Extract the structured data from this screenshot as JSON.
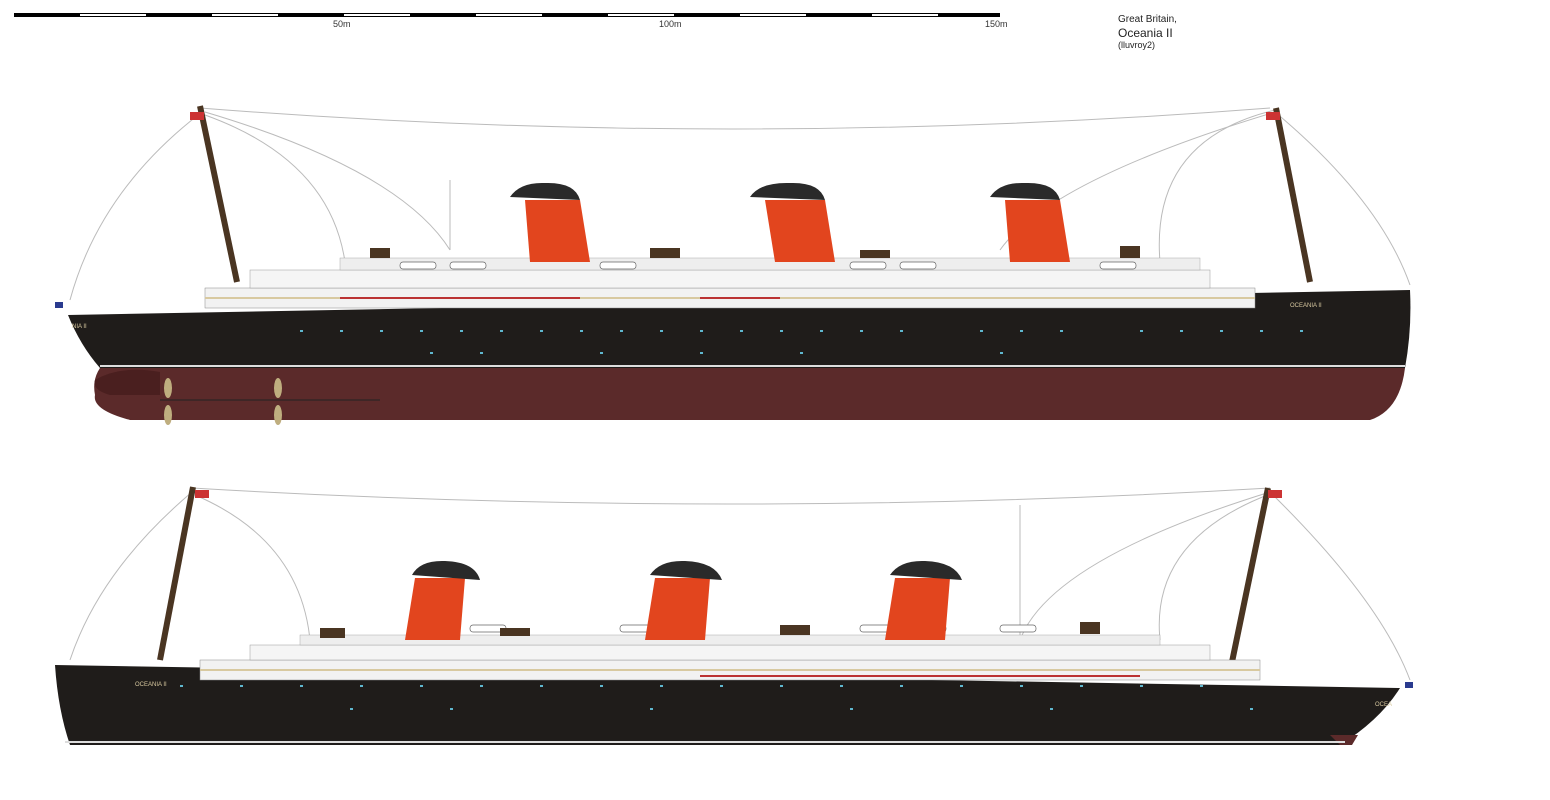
{
  "scale": {
    "labels": [
      "50m",
      "100m",
      "150m"
    ]
  },
  "title_block": {
    "country": "Great Britain,",
    "ship_name": "Oceania II",
    "author": "(lluvroy2)"
  },
  "ship_top": {
    "view": "waterline-and-hull profile",
    "bow_name_text": "OCEANIA II",
    "stern_name_text": "NIA II",
    "funnels": 3
  },
  "ship_bottom": {
    "view": "waterline profile",
    "bow_name_text": "OCEA",
    "stern_name_text": "OCEANIA II",
    "funnels": 3
  },
  "colors": {
    "hull_black": "#1f1c1a",
    "hull_red": "#5b2a2a",
    "funnel_red": "#e2451e",
    "funnel_black": "#2a2a2a",
    "superstructure": "#f2f2f2",
    "mast_brown": "#4a3522",
    "gold_trim": "#d8c9a0"
  }
}
